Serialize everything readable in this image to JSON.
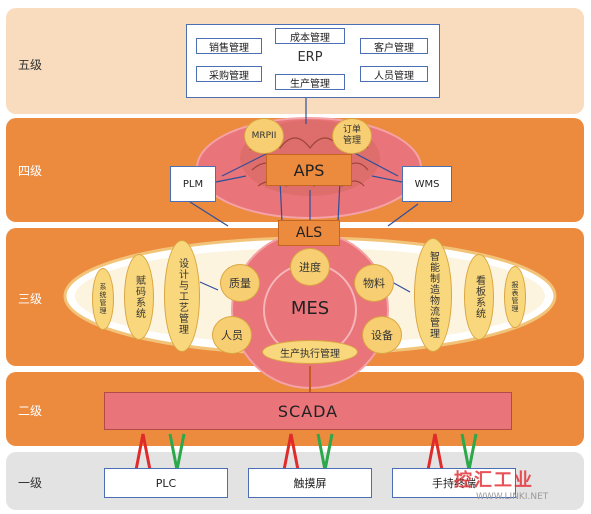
{
  "levels": {
    "l5": "五级",
    "l4": "四级",
    "l3": "三级",
    "l2": "二级",
    "l1": "一级"
  },
  "erp": {
    "title": "ERP",
    "cost": "成本管理",
    "sales": "销售管理",
    "purchase": "采购管理",
    "production": "生产管理",
    "customer": "客户管理",
    "staff": "人员管理"
  },
  "level4": {
    "aps": "APS",
    "mrp": "MRPII",
    "order": "订单管理",
    "plm": "PLM",
    "wms": "WMS"
  },
  "level3": {
    "als": "ALS",
    "mes": "MES",
    "progress": "进度",
    "quality": "质量",
    "material": "物料",
    "personnel": "人员",
    "equipment": "设备",
    "exec": "生产执行管理",
    "sys_mgmt": "系统管理",
    "code_sys": "赋码系统",
    "design": "设计与工艺管理",
    "logistics": "智能制造物流管理",
    "kanban": "看板系统",
    "report": "报表管理"
  },
  "level2": {
    "scada": "SCADA"
  },
  "level1": {
    "plc": "PLC",
    "touch": "触摸屏",
    "handheld": "手持终端"
  },
  "watermark": {
    "brand": "控汇工业",
    "url": "WWW.LINKI.NET"
  },
  "colors": {
    "orange": "#ec8a3e",
    "peach": "#f9dcbd",
    "gray": "#e3e3e3",
    "red_oval": "#e9747a",
    "yellow": "#f7cf72"
  }
}
